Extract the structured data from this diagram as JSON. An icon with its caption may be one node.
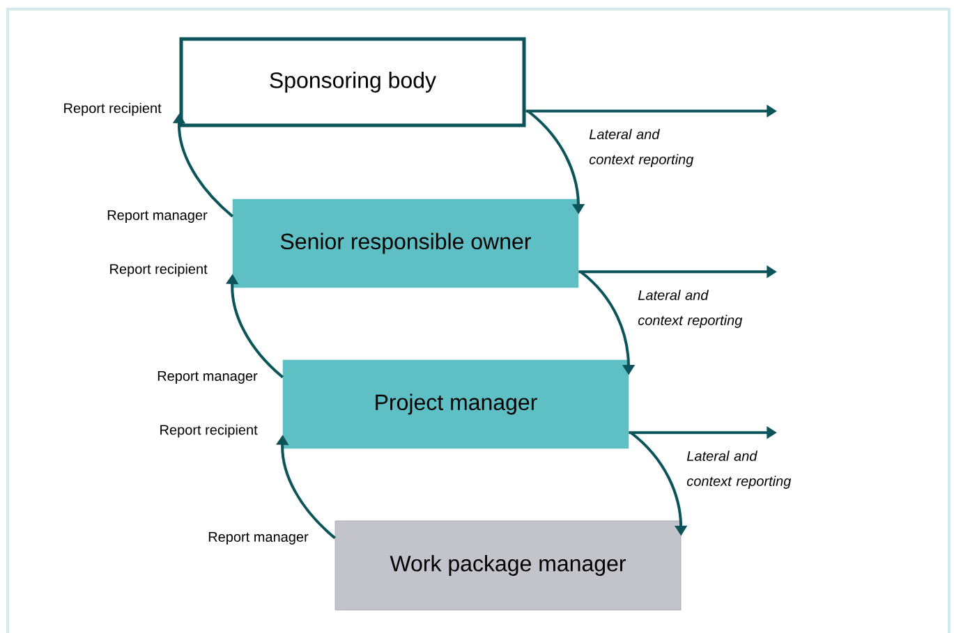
{
  "diagram": {
    "nodes": [
      {
        "text": [
          "Sponsoring body"
        ],
        "beside": [
          "Report recipient"
        ]
      },
      {
        "text": [
          "Senior responsible owner"
        ],
        "beside": [
          "Report manager",
          "Report recipient"
        ]
      },
      {
        "text": [
          "Project manager"
        ],
        "beside": [
          "Report manager",
          "Report recipient"
        ]
      },
      {
        "text": [
          "Work package manager"
        ],
        "beside": [
          "Report manager"
        ]
      }
    ],
    "edges": [
      {
        "from": 1,
        "to": 0,
        "arrow": "to"
      },
      {
        "from": 0,
        "to": 1,
        "arrow": "to",
        "label": "Lateral and context reporting"
      },
      {
        "from": 0,
        "to": null,
        "arrow": "to"
      },
      {
        "from": 2,
        "to": 1,
        "arrow": "to"
      },
      {
        "from": 1,
        "to": 2,
        "arrow": "to",
        "label": "Lateral and context reporting"
      },
      {
        "from": 1,
        "to": null,
        "arrow": "to"
      },
      {
        "from": 3,
        "to": 2,
        "arrow": "to"
      },
      {
        "from": 2,
        "to": 3,
        "arrow": "to",
        "label": "Lateral and context reporting"
      },
      {
        "from": 2,
        "to": null,
        "arrow": "to"
      }
    ]
  }
}
